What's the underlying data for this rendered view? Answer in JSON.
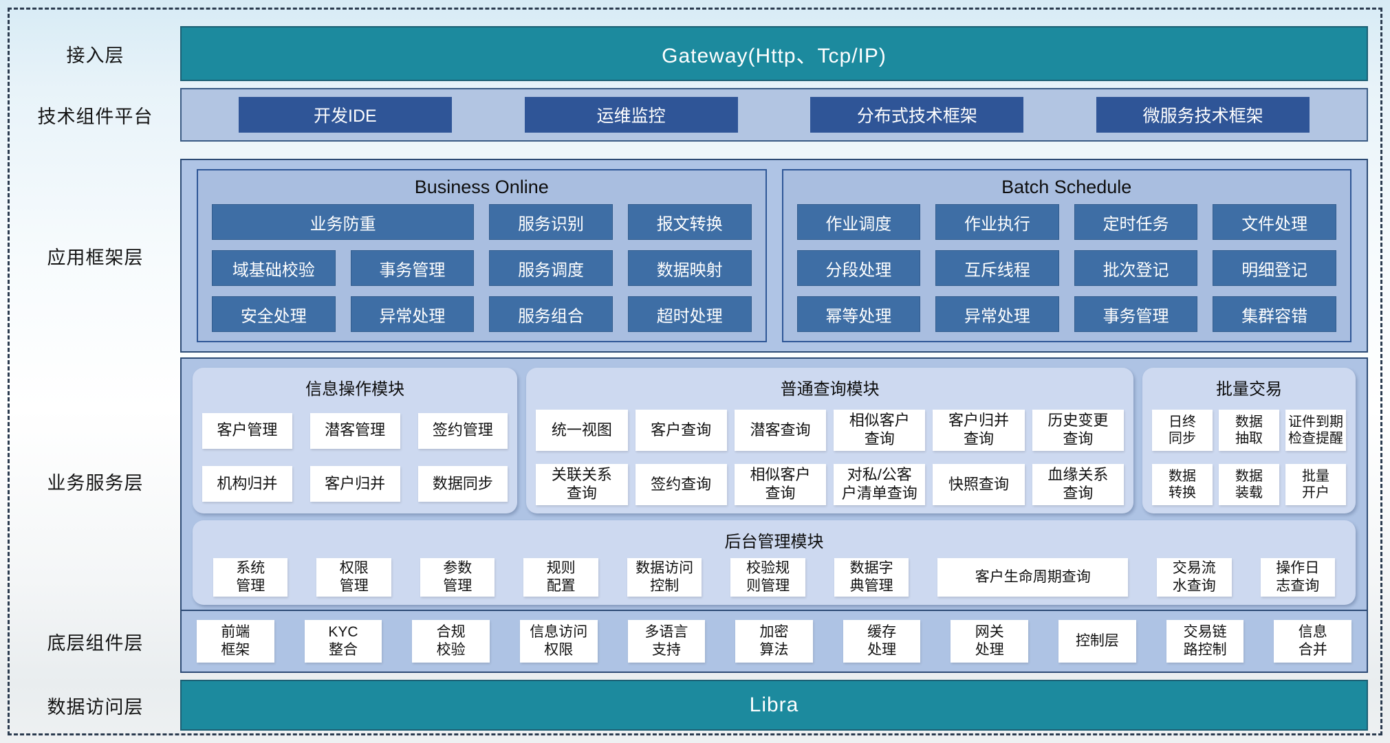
{
  "access": {
    "label": "接入层",
    "bar": "Gateway(Http、Tcp/IP)"
  },
  "tech_platform": {
    "label": "技术组件平台",
    "items": [
      "开发IDE",
      "运维监控",
      "分布式技术框架",
      "微服务技术框架"
    ]
  },
  "app_framework": {
    "label": "应用框架层",
    "business_online": {
      "title": "Business Online",
      "items": [
        "业务防重",
        "服务识别",
        "报文转换",
        "域基础校验",
        "事务管理",
        "服务调度",
        "数据映射",
        "安全处理",
        "异常处理",
        "服务组合",
        "超时处理"
      ]
    },
    "batch_schedule": {
      "title": "Batch Schedule",
      "items": [
        "作业调度",
        "作业执行",
        "定时任务",
        "文件处理",
        "分段处理",
        "互斥线程",
        "批次登记",
        "明细登记",
        "幂等处理",
        "异常处理",
        "事务管理",
        "集群容错"
      ]
    }
  },
  "business_services": {
    "label": "业务服务层",
    "info_module": {
      "title": "信息操作模块",
      "items": [
        "客户管理",
        "潜客管理",
        "签约管理",
        "机构归并",
        "客户归并",
        "数据同步"
      ]
    },
    "query_module": {
      "title": "普通查询模块",
      "items": [
        "统一视图",
        "客户查询",
        "潜客查询",
        "相似客户\n查询",
        "客户归并\n查询",
        "历史变更\n查询",
        "关联关系\n查询",
        "签约查询",
        "相似客户\n查询",
        "对私/公客\n户清单查询",
        "快照查询",
        "血缘关系\n查询"
      ]
    },
    "batch_trade": {
      "title": "批量交易",
      "items": [
        "日终\n同步",
        "数据\n抽取",
        "证件到期\n检查提醒",
        "数据\n转换",
        "数据\n装载",
        "批量\n开户"
      ]
    },
    "admin_module": {
      "title": "后台管理模块",
      "items": [
        "系统\n管理",
        "权限\n管理",
        "参数\n管理",
        "规则\n配置",
        "数据访问\n控制",
        "校验规\n则管理",
        "数据字\n典管理",
        "客户生命周期查询",
        "交易流\n水查询",
        "操作日\n志查询"
      ]
    }
  },
  "base_components": {
    "label": "底层组件层",
    "items": [
      "前端\n框架",
      "KYC\n整合",
      "合规\n校验",
      "信息访问\n权限",
      "多语言\n支持",
      "加密\n算法",
      "缓存\n处理",
      "网关\n处理",
      "控制层",
      "交易链\n路控制",
      "信息\n合并"
    ]
  },
  "data_access": {
    "label": "数据访问层",
    "bar": "Libra"
  },
  "colors": {
    "teal": "#1c8a9e",
    "navy_box": "#2f5597",
    "steel_box": "#3e6ea5",
    "panel_blue": "#aec3e4",
    "subpanel_blue": "#cdd9f0",
    "border_navy": "#2c4a74"
  }
}
